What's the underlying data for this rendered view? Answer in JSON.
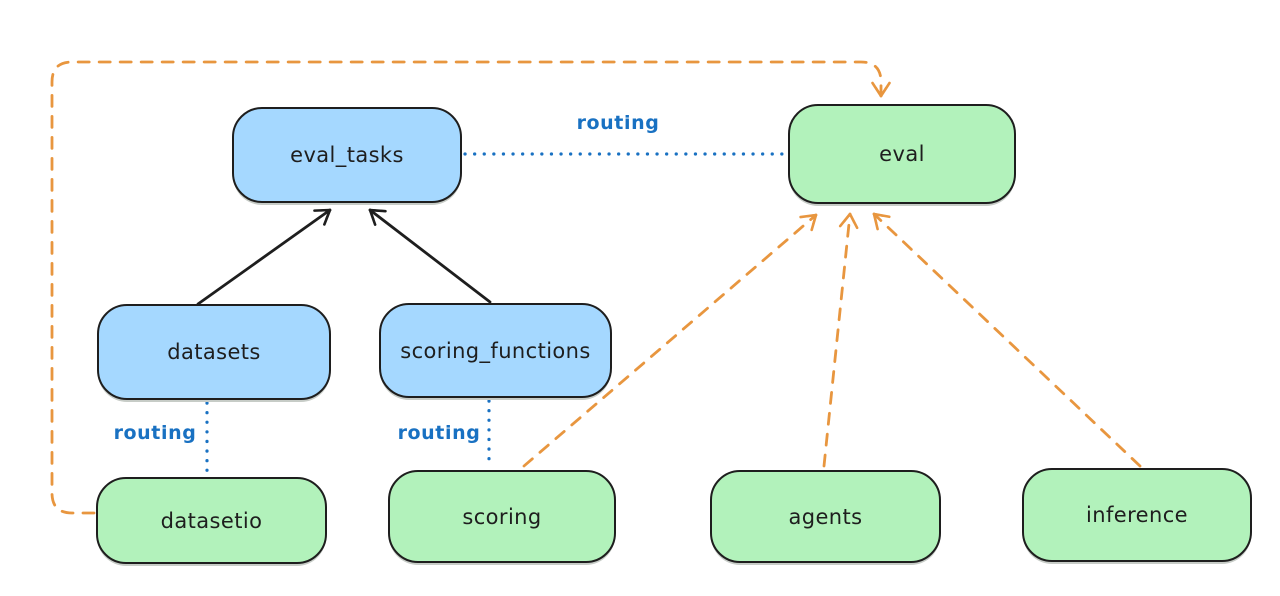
{
  "diagram": {
    "kind": "architecture-diagram",
    "nodes": [
      {
        "id": "eval_tasks",
        "label": "eval_tasks",
        "role": "api",
        "fill": "#a5d8ff"
      },
      {
        "id": "eval",
        "label": "eval",
        "role": "provider",
        "fill": "#b2f2bb"
      },
      {
        "id": "datasets",
        "label": "datasets",
        "role": "api",
        "fill": "#a5d8ff"
      },
      {
        "id": "scoring_functions",
        "label": "scoring_functions",
        "role": "api",
        "fill": "#a5d8ff"
      },
      {
        "id": "datasetio",
        "label": "datasetio",
        "role": "provider",
        "fill": "#b2f2bb"
      },
      {
        "id": "scoring",
        "label": "scoring",
        "role": "provider",
        "fill": "#b2f2bb"
      },
      {
        "id": "agents",
        "label": "agents",
        "role": "provider",
        "fill": "#b2f2bb"
      },
      {
        "id": "inference",
        "label": "inference",
        "role": "provider",
        "fill": "#b2f2bb"
      }
    ],
    "edges": [
      {
        "from": "datasets",
        "to": "eval_tasks",
        "style": "solid",
        "arrow": true,
        "color": "#1e1e1e",
        "label": ""
      },
      {
        "from": "scoring_functions",
        "to": "eval_tasks",
        "style": "solid",
        "arrow": true,
        "color": "#1e1e1e",
        "label": ""
      },
      {
        "from": "eval_tasks",
        "to": "eval",
        "style": "dotted",
        "arrow": false,
        "color": "#1971c2",
        "label": "routing"
      },
      {
        "from": "datasets",
        "to": "datasetio",
        "style": "dotted",
        "arrow": false,
        "color": "#1971c2",
        "label": "routing"
      },
      {
        "from": "scoring_functions",
        "to": "scoring",
        "style": "dotted",
        "arrow": false,
        "color": "#1971c2",
        "label": "routing"
      },
      {
        "from": "datasetio",
        "to": "eval",
        "style": "dashed",
        "arrow": true,
        "color": "#e8963f",
        "label": ""
      },
      {
        "from": "scoring",
        "to": "eval",
        "style": "dashed",
        "arrow": true,
        "color": "#e8963f",
        "label": ""
      },
      {
        "from": "agents",
        "to": "eval",
        "style": "dashed",
        "arrow": true,
        "color": "#e8963f",
        "label": ""
      },
      {
        "from": "inference",
        "to": "eval",
        "style": "dashed",
        "arrow": true,
        "color": "#e8963f",
        "label": ""
      }
    ],
    "colors": {
      "api_fill": "#a5d8ff",
      "provider_fill": "#b2f2bb",
      "stroke": "#1e1e1e",
      "routing_blue": "#1971c2",
      "dependency_orange": "#e8963f",
      "background": "#ffffff"
    }
  }
}
